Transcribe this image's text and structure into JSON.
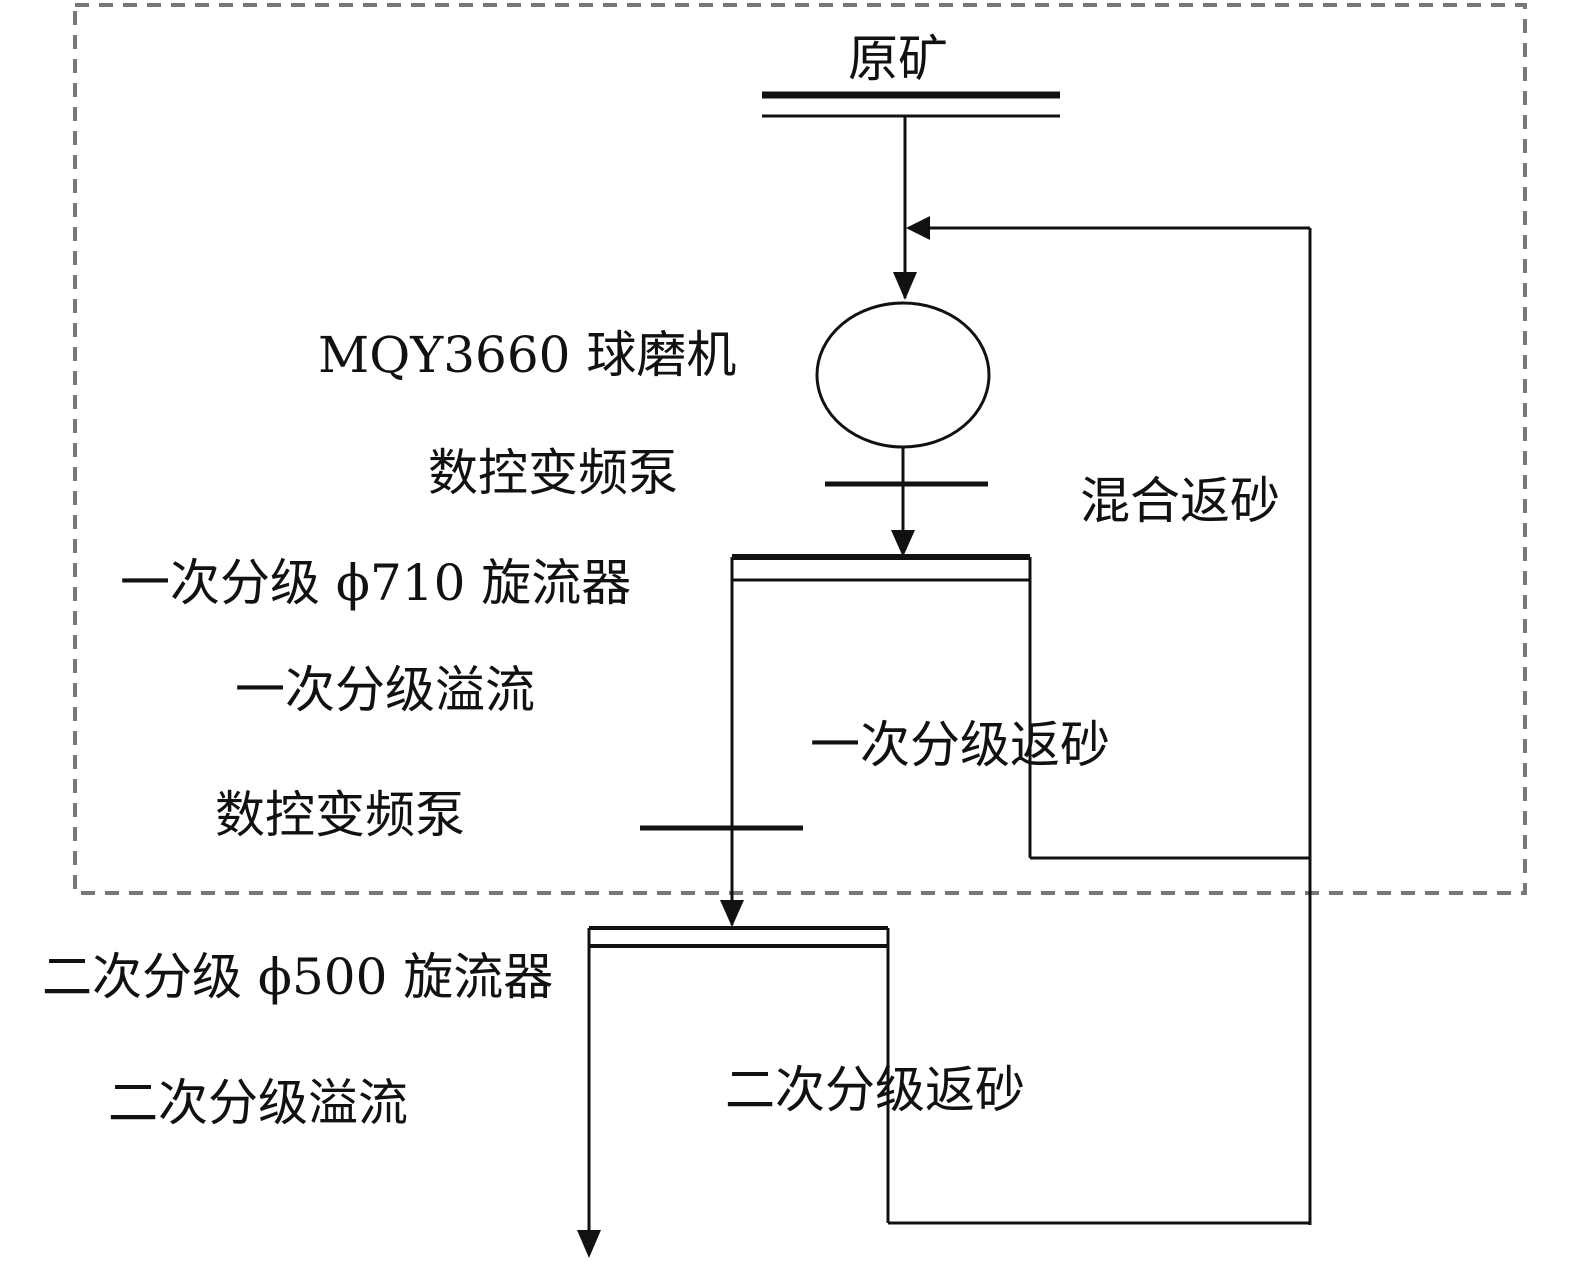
{
  "labels": {
    "raw_ore": "原矿",
    "ball_mill": "MQY3660 球磨机",
    "pump_1": "数控变频泵",
    "mixed_return_sand": "混合返砂",
    "primary_cyclone": "一次分级 ϕ710 旋流器",
    "primary_overflow": "一次分级溢流",
    "primary_return_sand": "一次分级返砂",
    "pump_2": "数控变频泵",
    "secondary_cyclone": "二次分级 ϕ500 旋流器",
    "secondary_overflow": "二次分级溢流",
    "secondary_return_sand": "二次分级返砂"
  },
  "colors": {
    "line": "#111111",
    "dashed_border": "#777777",
    "background": "#ffffff"
  }
}
